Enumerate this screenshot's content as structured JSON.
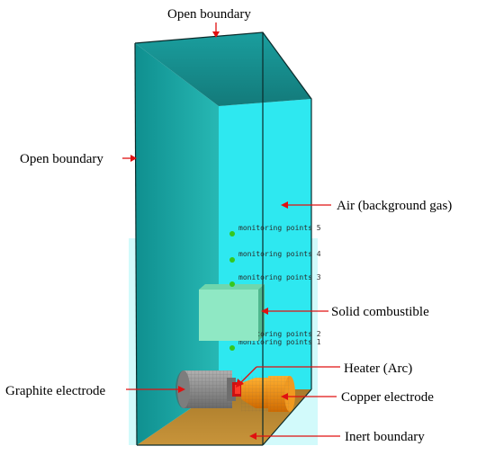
{
  "labels": {
    "open_top": "Open boundary",
    "open_left": "Open boundary",
    "air": "Air (background gas)",
    "solid": "Solid combustible",
    "heater": "Heater (Arc)",
    "graphite": "Graphite electrode",
    "copper": "Copper electrode",
    "inert": "Inert boundary"
  },
  "monitoring_points": [
    {
      "label": "monitoring points 5"
    },
    {
      "label": "monitoring points 4"
    },
    {
      "label": "monitoring points 3"
    },
    {
      "label": "monitoring points 2"
    },
    {
      "label": "monitoring points 1"
    }
  ],
  "colors": {
    "wall_dark": "#1aa8a8",
    "wall_back": "#2ee8f0",
    "floor": "#b8862f",
    "solid": "#8fe8c4",
    "copper": "#f08a10",
    "graphite": "#8a8a8a",
    "heater": "#cc1111",
    "arrow": "#e01010",
    "point": "#34c81e"
  }
}
